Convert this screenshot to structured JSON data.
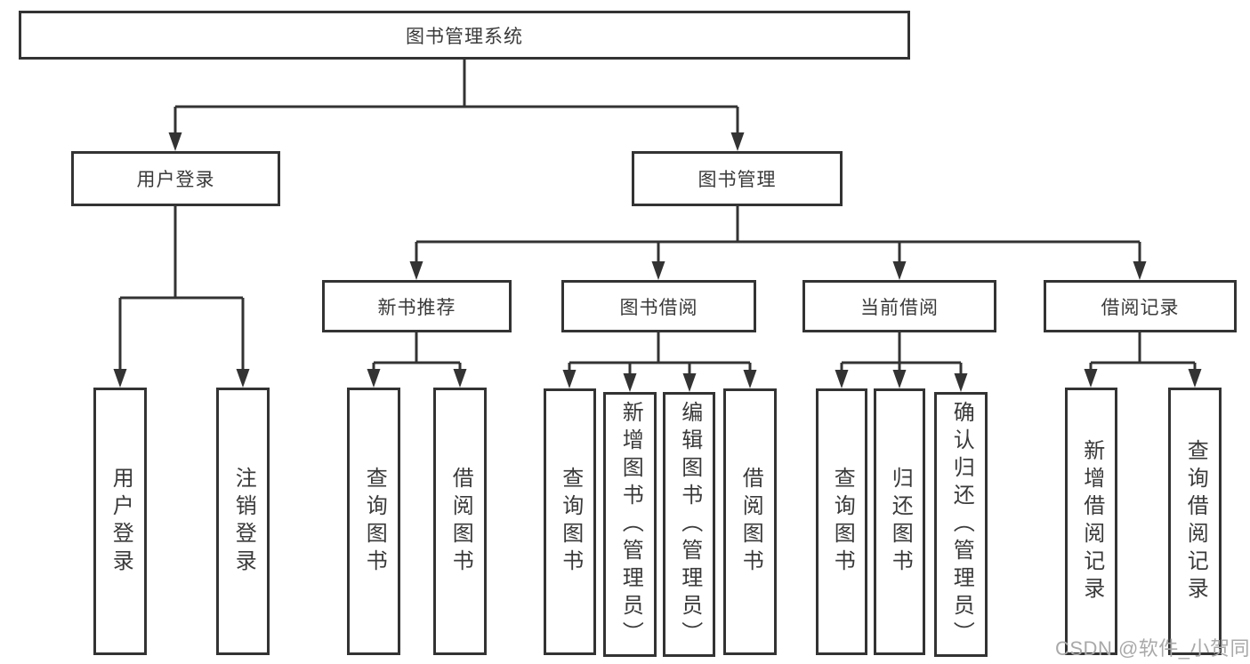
{
  "diagram": {
    "root": {
      "label": "图书管理系统"
    },
    "user_login": {
      "label": "用户登录",
      "children": {
        "login": {
          "label": "用户登录"
        },
        "logout": {
          "label": "注销登录"
        }
      }
    },
    "book_management": {
      "label": "图书管理",
      "children": {
        "new_book_recommend": {
          "label": "新书推荐",
          "children": {
            "query_books": {
              "label": "查询图书"
            },
            "borrow_books": {
              "label": "借阅图书"
            }
          }
        },
        "book_borrowing": {
          "label": "图书借阅",
          "children": {
            "query_books": {
              "label": "查询图书"
            },
            "add_books": {
              "label": "新增图书（管理员）"
            },
            "edit_books": {
              "label": "编辑图书（管理员）"
            },
            "borrow_books": {
              "label": "借阅图书"
            }
          }
        },
        "current_borrowing": {
          "label": "当前借阅",
          "children": {
            "query_books": {
              "label": "查询图书"
            },
            "return_books": {
              "label": "归还图书"
            },
            "confirm_return": {
              "label": "确认归还（管理员）"
            }
          }
        },
        "borrow_records": {
          "label": "借阅记录",
          "children": {
            "add_record": {
              "label": "新增借阅记录"
            },
            "query_record": {
              "label": "查询借阅记录"
            }
          }
        }
      }
    }
  },
  "watermark": {
    "text": "CSDN @软件_小贺同学"
  },
  "colors": {
    "line": "#333333",
    "border": "#333333",
    "text": "#3a3a3a",
    "watermark": "#a9a9a9",
    "background": "#ffffff"
  }
}
